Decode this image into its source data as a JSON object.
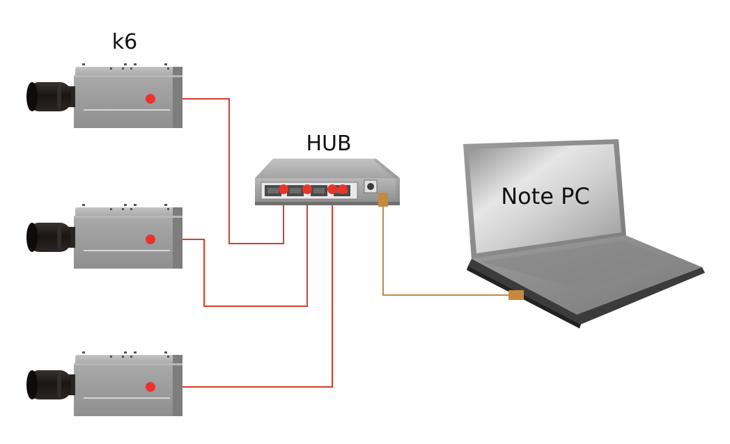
{
  "labels": {
    "camera": "k6",
    "hub": "HUB",
    "pc": "Note PC"
  },
  "colors": {
    "background": "#ffffff",
    "camera_body": "#9a9a9a",
    "camera_top": "#b4b4b4",
    "lens": "#1e1a18",
    "port_dot": "#e8352b",
    "camera_cable": "#d93a2c",
    "pc_cable": "#c08a3e",
    "hub_body": "#a3a3a3",
    "laptop_body": "#8e8e8e",
    "screen": "#d9d9d9"
  }
}
